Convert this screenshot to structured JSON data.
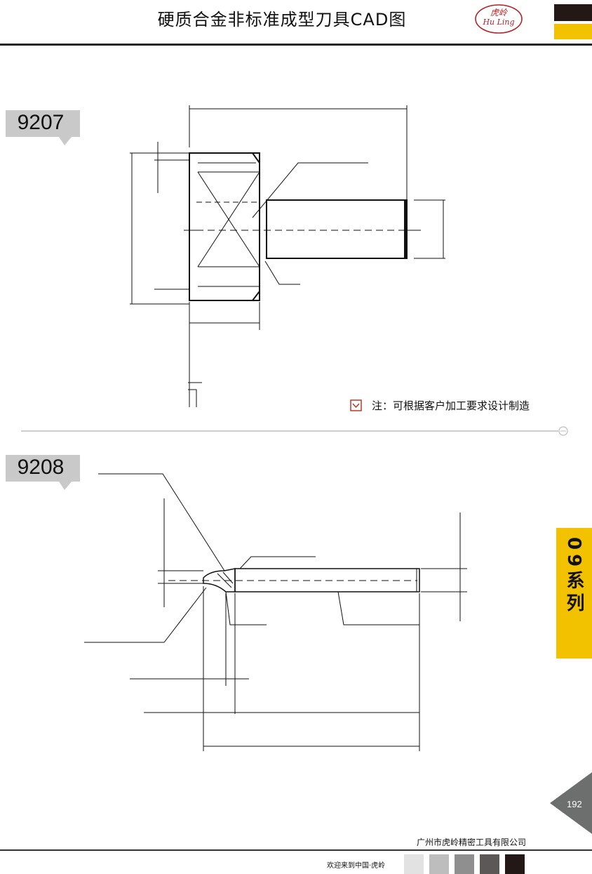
{
  "header": {
    "title": "硬质合金非标准成型刀具CAD图",
    "logo_cn": "虎岭",
    "logo_en": "Hu Ling"
  },
  "drawings": [
    {
      "number": "9207"
    },
    {
      "number": "9208"
    }
  ],
  "note": "注：可根据客户加工要求设计制造",
  "side_tab": "09系列",
  "page_number": "192",
  "footer": {
    "company": "广州市虎岭精密工具有限公司",
    "welcome": "欢迎来到中国·虎岭",
    "swatches": [
      "#e2e2e2",
      "#bdbdbd",
      "#8f8f8f",
      "#5c5858",
      "#231815"
    ]
  },
  "colors": {
    "accent": "#f2c200",
    "dark": "#231815",
    "logo": "#b4232a",
    "icon": "#c0392b"
  }
}
